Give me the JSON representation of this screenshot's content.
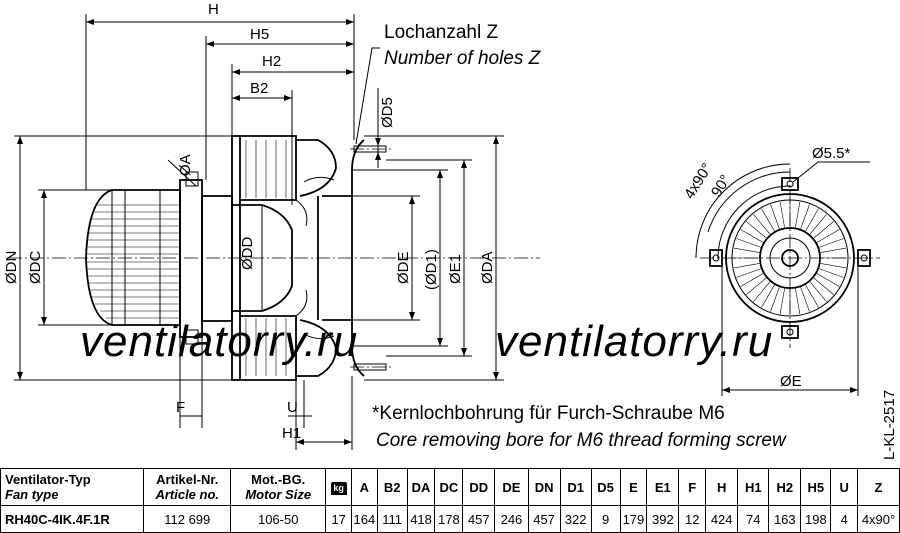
{
  "labels": {
    "H": "H",
    "H5": "H5",
    "H2": "H2",
    "B2": "B2",
    "D5": "ØD5",
    "A": "ØA",
    "DD": "ØDD",
    "DN": "ØDN",
    "DC": "ØDC",
    "DE": "ØDE",
    "D1": "(ØD1)",
    "E1": "ØE1",
    "DA": "ØDA",
    "F": "F",
    "U": "U",
    "H1": "H1",
    "E": "ØE",
    "hole": "Ø5.5*",
    "ang4x90": "4x90°",
    "ang90": "90°"
  },
  "notes": {
    "holes_de": "Lochanzahl Z",
    "holes_en": "Number of holes Z",
    "bore_de": "*Kernlochbohrung für Furch-Schraube M6",
    "bore_en": "Core removing bore for M6 thread  forming screw",
    "drawing_id": "L-KL-2517"
  },
  "watermark": "ventilatorry.ru",
  "table": {
    "header": {
      "type_de": "Ventilator-Typ",
      "type_en": "Fan type",
      "art_de": "Artikel-Nr.",
      "art_en": "Article no.",
      "mot_de": "Mot.-BG.",
      "mot_en": "Motor Size",
      "kg": "kg",
      "cols": [
        "A",
        "B2",
        "DA",
        "DC",
        "DD",
        "DE",
        "DN",
        "D1",
        "D5",
        "E",
        "E1",
        "F",
        "H",
        "H1",
        "H2",
        "H5",
        "U",
        "Z"
      ]
    },
    "row": {
      "type": "RH40C-4IK.4F.1R",
      "article": "112 699",
      "motor": "106-50",
      "weight": "17",
      "values": [
        "164",
        "111",
        "418",
        "178",
        "457",
        "246",
        "457",
        "322",
        "9",
        "179",
        "392",
        "12",
        "424",
        "74",
        "163",
        "198",
        "4",
        "4x90°"
      ]
    }
  }
}
